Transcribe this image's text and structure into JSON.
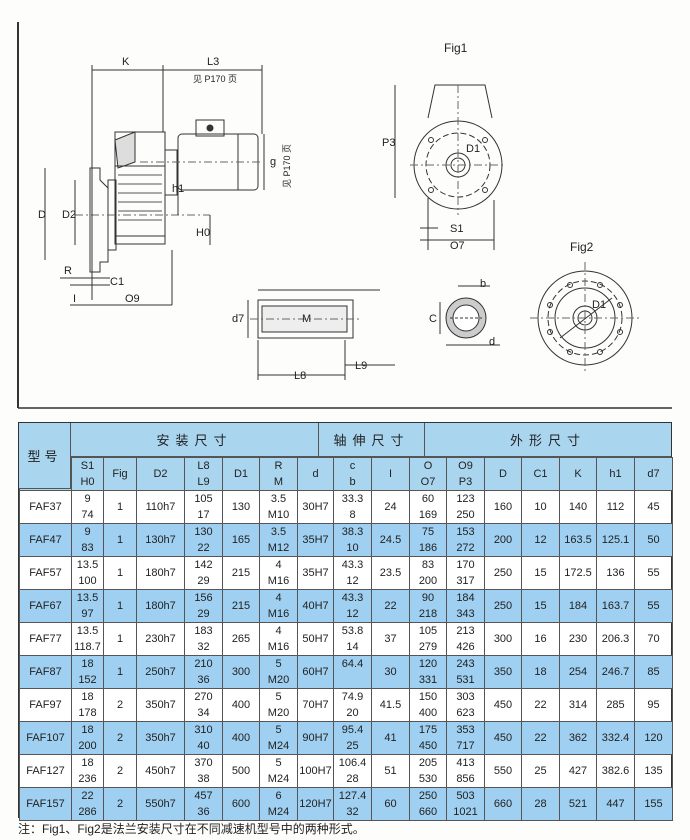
{
  "drawing": {
    "fig1": "Fig1",
    "fig2": "Fig2",
    "labels": {
      "K": "K",
      "L3": "L3",
      "see_page": "见 P170 页",
      "g": "g",
      "see_page_v": "见 P170 页",
      "h1": "h1",
      "D": "D",
      "D2": "D2",
      "H0": "H0",
      "R": "R",
      "C1": "C1",
      "I": "I",
      "O9": "O9",
      "P3": "P3",
      "D1": "D1",
      "S1": "S1",
      "O7": "O7",
      "b": "b",
      "C": "C",
      "d": "d",
      "D1b": "D1",
      "d7": "d7",
      "M": "M",
      "L8": "L8",
      "L9": "L9"
    }
  },
  "table": {
    "model_header": "型号",
    "group_headers": [
      "安装尺寸",
      "轴伸尺寸",
      "外形尺寸"
    ],
    "columns": [
      [
        "S1",
        "H0"
      ],
      [
        "Fig"
      ],
      [
        "D2"
      ],
      [
        "L8",
        "L9"
      ],
      [
        "D1"
      ],
      [
        "R",
        "M"
      ],
      [
        "d"
      ],
      [
        "c",
        "b"
      ],
      [
        "I"
      ],
      [
        "O",
        "O7"
      ],
      [
        "O9",
        "P3"
      ],
      [
        "D"
      ],
      [
        "C1"
      ],
      [
        "K"
      ],
      [
        "h1"
      ],
      [
        "d7"
      ]
    ],
    "rows": [
      [
        "FAF37",
        [
          "9",
          "74"
        ],
        "1",
        "110h7",
        [
          "105",
          "17"
        ],
        "130",
        [
          "3.5",
          "M10"
        ],
        "30H7",
        [
          "33.3",
          "8"
        ],
        "24",
        [
          "60",
          "169"
        ],
        [
          "123",
          "250"
        ],
        "160",
        "10",
        "140",
        "112",
        "45"
      ],
      [
        "FAF47",
        [
          "9",
          "83"
        ],
        "1",
        "130h7",
        [
          "130",
          "22"
        ],
        "165",
        [
          "3.5",
          "M12"
        ],
        "35H7",
        [
          "38.3",
          "10"
        ],
        "24.5",
        [
          "75",
          "186"
        ],
        [
          "153",
          "272"
        ],
        "200",
        "12",
        "163.5",
        "125.1",
        "50"
      ],
      [
        "FAF57",
        [
          "13.5",
          "100"
        ],
        "1",
        "180h7",
        [
          "142",
          "29"
        ],
        "215",
        [
          "4",
          "M16"
        ],
        "35H7",
        [
          "43.3",
          "12"
        ],
        "23.5",
        [
          "83",
          "200"
        ],
        [
          "170",
          "317"
        ],
        "250",
        "15",
        "172.5",
        "136",
        "55"
      ],
      [
        "FAF67",
        [
          "13.5",
          "97"
        ],
        "1",
        "180h7",
        [
          "156",
          "29"
        ],
        "215",
        [
          "4",
          "M16"
        ],
        "40H7",
        [
          "43.3",
          "12"
        ],
        "22",
        [
          "90",
          "218"
        ],
        [
          "184",
          "343"
        ],
        "250",
        "15",
        "184",
        "163.7",
        "55"
      ],
      [
        "FAF77",
        [
          "13.5",
          "118.7"
        ],
        "1",
        "230h7",
        [
          "183",
          "32"
        ],
        "265",
        [
          "4",
          "M16"
        ],
        "50H7",
        [
          "53.8",
          "14"
        ],
        "37",
        [
          "105",
          "279"
        ],
        [
          "213",
          "426"
        ],
        "300",
        "16",
        "230",
        "206.3",
        "70"
      ],
      [
        "FAF87",
        [
          "18",
          "152"
        ],
        "1",
        "250h7",
        [
          "210",
          "36"
        ],
        "300",
        [
          "5",
          "M20"
        ],
        "60H7",
        [
          "64.4",
          ""
        ],
        "30",
        [
          "120",
          "331"
        ],
        [
          "243",
          "531"
        ],
        "350",
        "18",
        "254",
        "246.7",
        "85"
      ],
      [
        "FAF97",
        [
          "18",
          "178"
        ],
        "2",
        "350h7",
        [
          "270",
          "34"
        ],
        "400",
        [
          "5",
          "M20"
        ],
        "70H7",
        [
          "74.9",
          "20"
        ],
        "41.5",
        [
          "150",
          "400"
        ],
        [
          "303",
          "623"
        ],
        "450",
        "22",
        "314",
        "285",
        "95"
      ],
      [
        "FAF107",
        [
          "18",
          "200"
        ],
        "2",
        "350h7",
        [
          "310",
          "40"
        ],
        "400",
        [
          "5",
          "M24"
        ],
        "90H7",
        [
          "95.4",
          "25"
        ],
        "41",
        [
          "175",
          "450"
        ],
        [
          "353",
          "717"
        ],
        "450",
        "22",
        "362",
        "332.4",
        "120"
      ],
      [
        "FAF127",
        [
          "18",
          "236"
        ],
        "2",
        "450h7",
        [
          "370",
          "38"
        ],
        "500",
        [
          "5",
          "M24"
        ],
        "100H7",
        [
          "106.4",
          "28"
        ],
        "51",
        [
          "205",
          "530"
        ],
        [
          "413",
          "856"
        ],
        "550",
        "25",
        "427",
        "382.6",
        "135"
      ],
      [
        "FAF157",
        [
          "22",
          "286"
        ],
        "2",
        "550h7",
        [
          "457",
          "36"
        ],
        "600",
        [
          "6",
          "M24"
        ],
        "120H7",
        [
          "127.4",
          "32"
        ],
        "60",
        [
          "250",
          "660"
        ],
        [
          "503",
          "1021"
        ],
        "660",
        "28",
        "521",
        "447",
        "155"
      ]
    ]
  },
  "note": "注：Fig1、Fig2是法兰安装尺寸在不同减速机型号中的两种形式。",
  "colors": {
    "header": "#a9d5ef",
    "row_alt": "#9fd0f1"
  }
}
